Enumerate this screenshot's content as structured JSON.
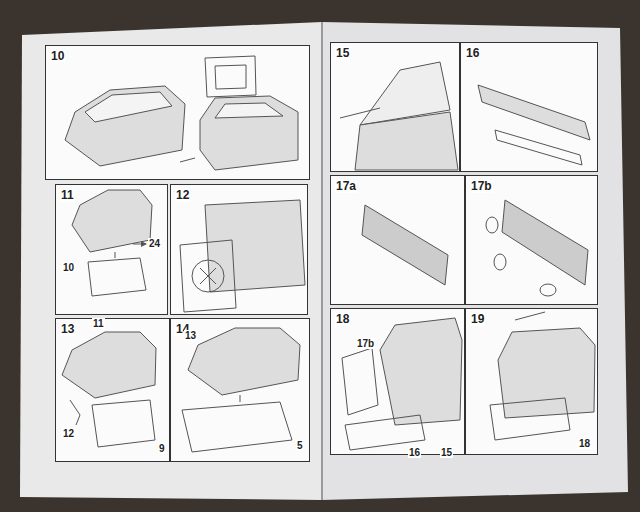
{
  "diagram": {
    "nodes": [
      {
        "text": [
          "10"
        ]
      },
      {
        "text": [
          "11"
        ]
      },
      {
        "text": [
          "12"
        ]
      },
      {
        "text": [
          "13"
        ]
      },
      {
        "text": [
          "14"
        ]
      },
      {
        "text": [
          "15"
        ]
      },
      {
        "text": [
          "16"
        ]
      },
      {
        "text": [
          "17a"
        ]
      },
      {
        "text": [
          "17b"
        ]
      },
      {
        "text": [
          "18"
        ]
      },
      {
        "text": [
          "19"
        ]
      }
    ],
    "labels": [
      "10",
      "24",
      "11",
      "12",
      "9",
      "13",
      "5",
      "17b",
      "16",
      "15",
      "18"
    ]
  }
}
